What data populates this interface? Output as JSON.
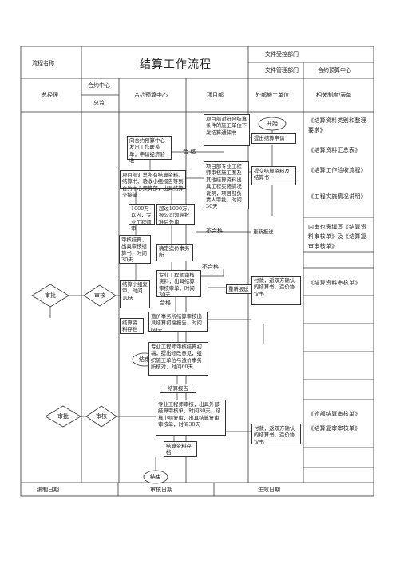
{
  "header": {
    "process_name_label": "流程名称",
    "process_title": "结算工作流程",
    "doc_receiving_dept_label": "文件受控部门",
    "doc_management_dept_label": "文件管理部门",
    "doc_management_dept_value": "合约预算中心"
  },
  "columns": {
    "gm": "总经理",
    "contract_center_top": "合约中心",
    "contract_center_bottom": "总监",
    "budget_center": "合约预算中心",
    "project_dept": "项目部",
    "construction_unit": "外部施工单位",
    "related_docs": "相关制度/表单"
  },
  "nodes": {
    "start": "开始",
    "end_main": "结束",
    "end_mid": "结束",
    "approve_1": "审批",
    "review_1": "审核",
    "approve_2": "审批",
    "review_2": "审核",
    "n_contract_contact": "向合约预算中心发出工作联系单，申请经济验收",
    "n_project_notice": "项目部对符合结算条件的施工单位下发结算通知书",
    "n_submit_request": "提出结算申请",
    "n_project_summary": "项目部汇总所有结算资料、结算书、验收小组报告等到合约中心预算部，出具结算交接单",
    "n_project_check": "项目部专业工程师审核施工图及其他结算资料出具工程实施情况说明，项目部负责人审批，时间30天",
    "n_submit_docs": "提交结算资料及结算书",
    "n_under_1000": "1000万以内，专业工程师审",
    "n_over_1000": "超过1000万，报公司领导批准后外审",
    "n_confirm_consultant": "确定造价事务所",
    "n_review_report": "审核结算，出具审核结算书，时间30天",
    "n_engineer_review": "专业工程师审核资料，出具结算审核审单，时间30天",
    "n_group_review": "结算小组复审，时间10天",
    "n_consultant_check": "造价事务所结算审核出具结算初稿报告，时间60天",
    "n_archive_1": "结算资料存档",
    "n_engineer_preliminary": "专业工程师审核结算初稿，提出修改意见，组织施工单位与造价事务所核对，时间60天",
    "n_settlement_report": "结算报告",
    "n_engineer_final": "专业工程师审核，出具外部结算审核单，时间30天，结算小组复审，出具结算复审审核单，时间30天",
    "n_archive_2": "结算资料存档",
    "n_end_bottom": "结束",
    "n_payment_1": "付款，返双方确认的结算书，造价协议书",
    "n_payment_2": "付款，返双方确认的结算书，造价协议书"
  },
  "flow_labels": {
    "qualified": "合  格",
    "qualified_2": "合格",
    "unqualified_1": "不合格",
    "unqualified_2": "不合格",
    "resubmit_1": "重新报送",
    "resubmit_2": "重新报送"
  },
  "references": [
    "《结算资料类别和整理要求》",
    "《结算资料汇总表》",
    "《结算工作验收流程》",
    "《工程实施情况说明》",
    "内审也需填写《结算资料审核单》及《结算复审审核单》",
    "《结算资料审核单》",
    "《外部结算审核单》",
    "《结算复审审核单》"
  ],
  "footer": {
    "prepared_date": "编制日期",
    "review_date": "审核日期",
    "effective_date": "生效日期"
  }
}
